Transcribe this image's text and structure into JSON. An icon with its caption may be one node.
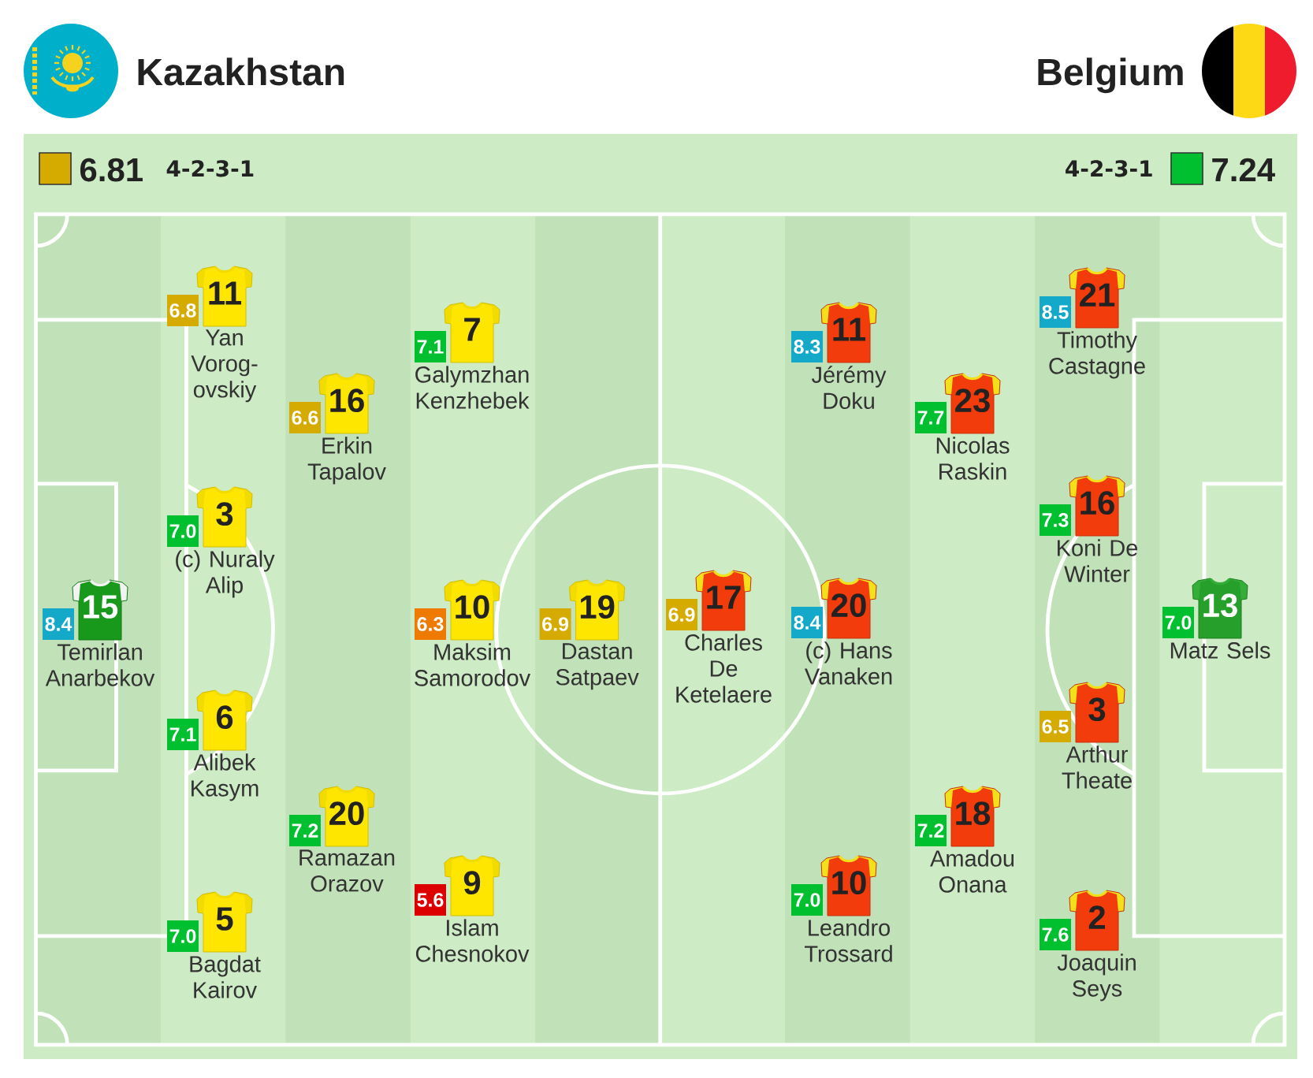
{
  "diagram": {
    "nodes": [
      {
        "text": [
          "8.4"
        ]
      },
      {
        "text": [
          "15"
        ],
        "beside": [
          "Temirlan Anarbekov"
        ]
      },
      {
        "text": [
          "6.8"
        ]
      },
      {
        "text": [
          "11"
        ],
        "beside": [
          "Yan Vorog- ovskiy"
        ]
      },
      {
        "text": [
          "7.0"
        ]
      },
      {
        "text": [
          "3"
        ],
        "beside": [
          "(c) Nuraly Alip"
        ]
      },
      {
        "text": [
          "7.1"
        ]
      },
      {
        "text": [
          "6"
        ],
        "beside": [
          "Alibek Kasym"
        ]
      },
      {
        "text": [
          "7.0"
        ]
      },
      {
        "text": [
          "5"
        ],
        "beside": [
          "Bagdat Kairov"
        ]
      },
      {
        "text": [
          "6.6"
        ]
      },
      {
        "text": [
          "16"
        ],
        "beside": [
          "Erkin Tapalov"
        ]
      },
      {
        "text": [
          "7.2"
        ]
      },
      {
        "text": [
          "20"
        ],
        "beside": [
          "Ramazan Orazov"
        ]
      },
      {
        "text": [
          "7.1"
        ]
      },
      {
        "text": [
          "7"
        ],
        "beside": [
          "Galymzhan Kenzhebek"
        ]
      },
      {
        "text": [
          "6.3"
        ]
      },
      {
        "text": [
          "10"
        ],
        "beside": [
          "Maksim Samorodov"
        ]
      },
      {
        "text": [
          "5.6"
        ]
      },
      {
        "text": [
          "9"
        ],
        "beside": [
          "Islam Chesnokov"
        ]
      },
      {
        "text": [
          "6.9"
        ]
      },
      {
        "text": [
          "19"
        ],
        "beside": [
          "Dastan Satpaev"
        ]
      },
      {
        "text": [
          "6.9"
        ]
      },
      {
        "text": [
          "17"
        ],
        "beside": [
          "Charles De Ketelaere"
        ]
      },
      {
        "text": [
          "8.3"
        ]
      },
      {
        "text": [
          "11"
        ],
        "beside": [
          "Jérémy Doku"
        ]
      },
      {
        "text": [
          "8.4"
        ]
      },
      {
        "text": [
          "20"
        ],
        "beside": [
          "(c) Hans Vanaken"
        ]
      },
      {
        "text": [
          "7.0"
        ]
      },
      {
        "text": [
          "10"
        ],
        "beside": [
          "Leandro Trossard"
        ]
      },
      {
        "text": [
          "7.7"
        ]
      },
      {
        "text": [
          "23"
        ],
        "beside": [
          "Nicolas Raskin"
        ]
      },
      {
        "text": [
          "7.2"
        ]
      },
      {
        "text": [
          "18"
        ],
        "beside": [
          "Amadou Onana"
        ]
      },
      {
        "text": [
          "8.5"
        ]
      },
      {
        "text": [
          "21"
        ],
        "beside": [
          "Timothy Castagne"
        ]
      },
      {
        "text": [
          "7.3"
        ]
      },
      {
        "text": [
          "16"
        ],
        "beside": [
          "Koni De Winter"
        ]
      },
      {
        "text": [
          "6.5"
        ]
      },
      {
        "text": [
          "3"
        ],
        "beside": [
          "Arthur Theate"
        ]
      },
      {
        "text": [
          "7.6"
        ]
      },
      {
        "text": [
          "2"
        ],
        "beside": [
          "Joaquin Seys"
        ]
      },
      {
        "text": [
          "7.0"
        ]
      },
      {
        "text": [
          "13"
        ],
        "beside": [
          "Matz Sels"
        ]
      }
    ],
    "labels": [
      "Kazakhstan",
      "Belgium",
      "6.81",
      "4-2-3-1",
      "4-2-3-1",
      "7.24"
    ]
  }
}
